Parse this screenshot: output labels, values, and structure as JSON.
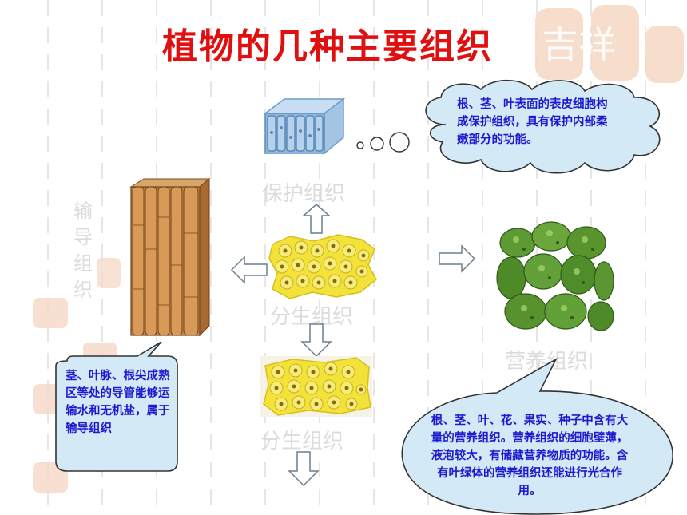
{
  "title": "植物的几种主要组织",
  "labels": {
    "protective": "保护组织",
    "meristem_center": "分生组织",
    "meristem_lower": "分生组织",
    "nutritive": "营养组织",
    "conducting": "输导组织"
  },
  "watermark": "吉祥",
  "bubbles": {
    "protective": "根、茎、叶表面的表皮细胞构成保护组织，具有保护内部柔嫩部分的功能。",
    "conducting": "茎、叶脉、根尖成熟区等处的导管能够运输水和无机盐，属于输导组织",
    "nutritive": "根、茎、叶、花、果实、种子中含有大量的营养组织。营养组织的细胞壁薄，液泡较大，有储藏营养物质的功能。含有叶绿体的营养组织还能进行光合作用。"
  },
  "colors": {
    "title": "#e01010",
    "bubble_text": "#1a1ad0",
    "bubble_fill": "#d4e9f6",
    "label_faint": "#dcdcdc",
    "meristem_yellow": "#f2e23a",
    "nutritive_green": "#4e8f2a",
    "conducting_brown": "#b8743a",
    "protective_blue": "#8fb6dc"
  }
}
